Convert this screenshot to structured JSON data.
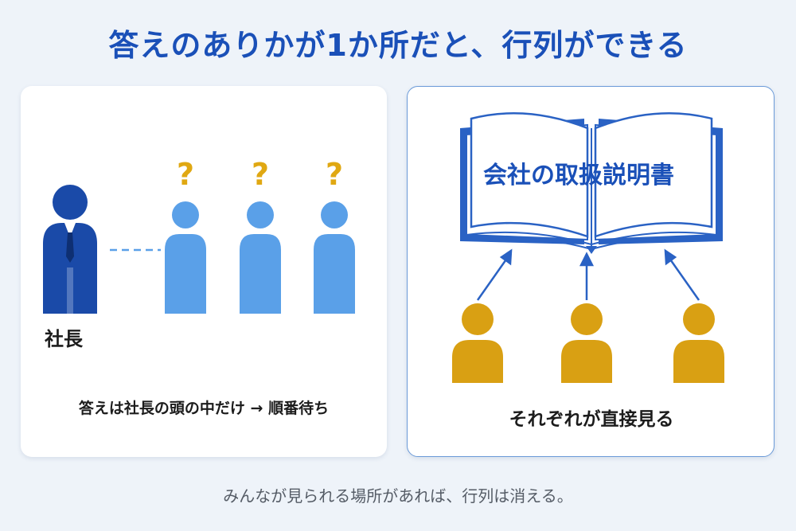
{
  "title": "答えのありかが1か所だと、行列ができる",
  "left_panel": {
    "president_label": "社長",
    "question_mark": "?",
    "caption": "答えは社長の頭の中だけ → 順番待ち"
  },
  "right_panel": {
    "book_title": "会社の取扱説明書",
    "caption": "それぞれが直接見る"
  },
  "footer": "みんなが見られる場所があれば、行列は消える。",
  "colors": {
    "title_blue": "#1a50b8",
    "president_navy": "#1a4aa8",
    "employee_light_blue": "#5aa0e8",
    "question_gold": "#e0a812",
    "person_gold": "#d9a013",
    "book_blue": "#2a62c4"
  }
}
